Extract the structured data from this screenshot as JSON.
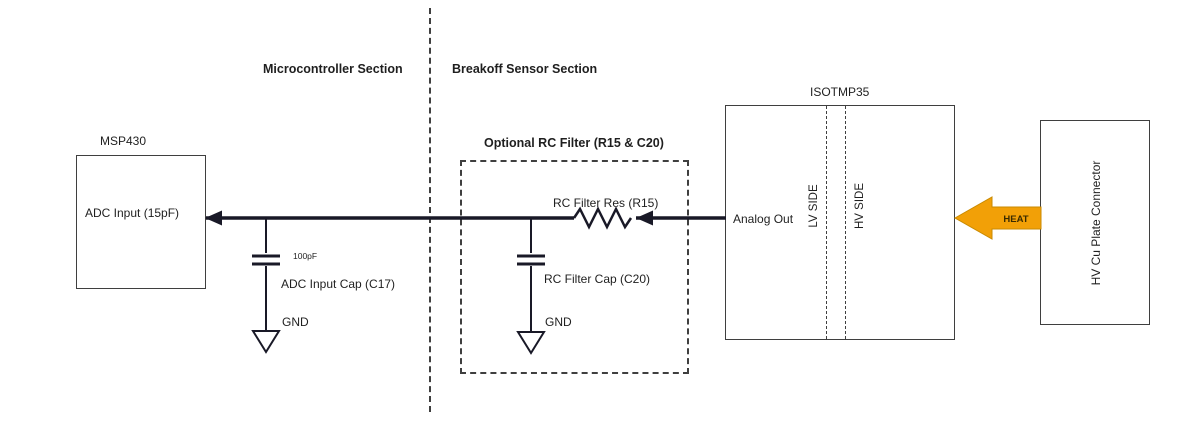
{
  "sections": {
    "microcontroller_label": "Microcontroller Section",
    "breakoff_label": "Breakoff Sensor Section"
  },
  "msp430": {
    "title": "MSP430",
    "pin": "ADC Input (15pF)"
  },
  "adc_cap": {
    "value": "100pF",
    "label": "ADC Input Cap (C17)",
    "gnd": "GND"
  },
  "rc_filter": {
    "title": "Optional RC Filter (R15 & C20)",
    "res_label": "RC Filter Res (R15)",
    "cap_label": "RC Filter Cap (C20)",
    "gnd": "GND"
  },
  "isotmp35": {
    "title": "ISOTMP35",
    "analog_out": "Analog Out",
    "lv": "LV SIDE",
    "hv": "HV SIDE"
  },
  "hv_connector": {
    "label": "HV Cu Plate Connector"
  },
  "heat": {
    "label": "HEAT",
    "color": "#F2A007"
  },
  "colors": {
    "wire": "#191927",
    "outline": "#3f3f3f"
  }
}
